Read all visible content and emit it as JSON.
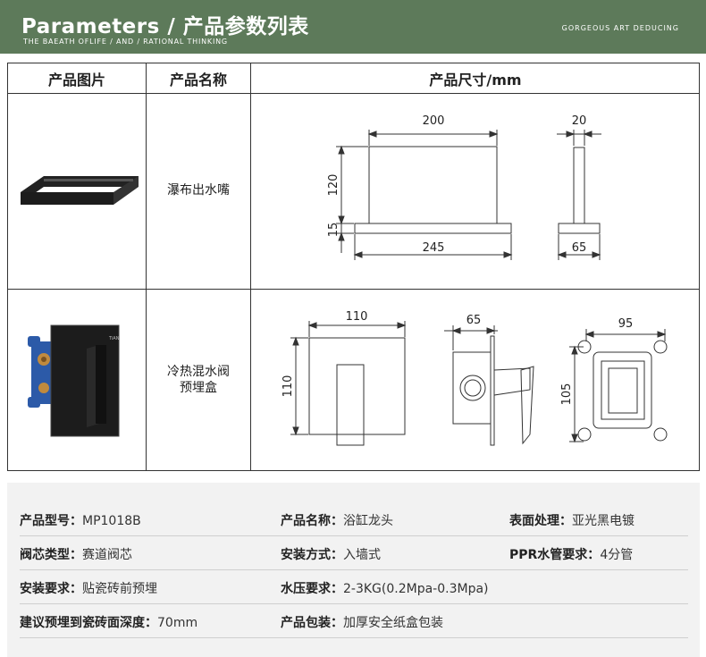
{
  "header": {
    "title_en": "Parameters",
    "slash": "/",
    "title_cn": "产品参数列表",
    "subtitle": "THE BAEATH OFLIFE  /  AND  /  RATIONAL THINKING",
    "right_text": "GORGEOUS ART DEDUCING"
  },
  "table": {
    "headers": [
      "产品图片",
      "产品名称",
      "产品尺寸/mm"
    ],
    "rows": [
      {
        "name": "瀑布出水嘴",
        "dims": {
          "front_width": "200",
          "base_width": "245",
          "height": "120",
          "base_height": "15",
          "side_top": "20",
          "side_base": "65"
        }
      },
      {
        "name": "冷热混水阀\n预埋盒",
        "dims": {
          "plate_width": "110",
          "plate_height": "110",
          "side_depth": "65",
          "box_width": "95",
          "box_height": "105"
        }
      }
    ],
    "brand_mark": "TiAN"
  },
  "specs": [
    [
      {
        "label": "产品型号：",
        "value": "MP1018B"
      },
      {
        "label": "产品名称：",
        "value": "浴缸龙头"
      },
      {
        "label": "表面处理：",
        "value": "亚光黑电镀"
      }
    ],
    [
      {
        "label": "阀芯类型：",
        "value": "赛道阀芯"
      },
      {
        "label": "安装方式：",
        "value": "入墙式"
      },
      {
        "label": "PPR水管要求：",
        "value": "4分管"
      }
    ],
    [
      {
        "label": "安装要求：",
        "value": "贴瓷砖前预埋"
      },
      {
        "label": "水压要求：",
        "value": "2-3KG(0.2Mpa-0.3Mpa)"
      }
    ],
    [
      {
        "label": "建议预埋到瓷砖面深度：",
        "value": "70mm"
      },
      {
        "label": "产品包装：",
        "value": "加厚安全纸盒包装"
      }
    ]
  ],
  "colors": {
    "header_bg": "#5d7a5a",
    "spec_bg": "#f2f2f2",
    "product_black": "#1c1c1c",
    "bracket_blue": "#2c5aa8",
    "brass": "#c08a3e"
  }
}
